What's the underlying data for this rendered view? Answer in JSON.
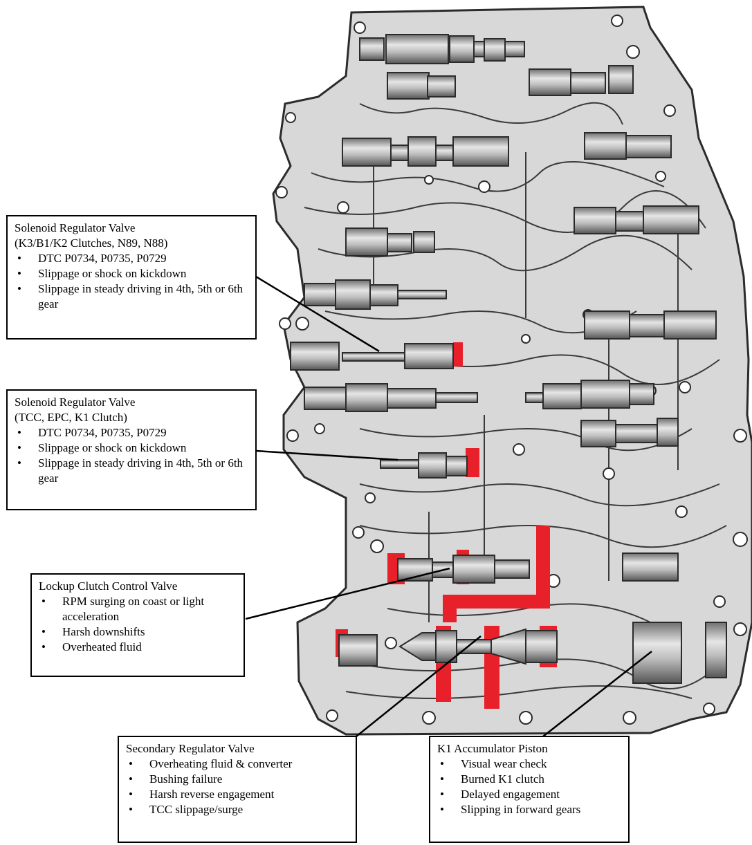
{
  "callouts": {
    "solenoid_k3": {
      "title": "Solenoid Regulator Valve",
      "subtitle": "(K3/B1/K2 Clutches, N89, N88)",
      "items": [
        "DTC P0734, P0735, P0729",
        "Slippage or shock on kickdown",
        "Slippage in steady driving in 4th, 5th or 6th gear"
      ]
    },
    "solenoid_tcc": {
      "title": "Solenoid Regulator Valve",
      "subtitle": "(TCC, EPC, K1 Clutch)",
      "items": [
        "DTC P0734, P0735, P0729",
        "Slippage or shock on kickdown",
        "Slippage in steady driving in 4th, 5th or 6th gear"
      ]
    },
    "lockup": {
      "title": "Lockup Clutch Control Valve",
      "items": [
        "RPM surging on coast or light acceleration",
        "Harsh downshifts",
        "Overheated fluid"
      ]
    },
    "secondary": {
      "title": "Secondary Regulator Valve",
      "items": [
        "Overheating fluid & converter",
        "Bushing failure",
        "Harsh reverse engagement",
        "TCC slippage/surge"
      ]
    },
    "k1_accumulator": {
      "title": "K1 Accumulator Piston",
      "items": [
        "Visual wear check",
        "Burned K1 clutch",
        "Delayed engagement",
        "Slipping in forward gears"
      ]
    }
  },
  "colors": {
    "body_fill": "#d8d8d8",
    "body_stroke": "#2b2b2b",
    "valve_fill": "#9a9a9a",
    "highlight_red": "#e8202a"
  },
  "icons": {
    "valve_body": "valve-body-illustration",
    "bullet": "bullet-dot"
  }
}
